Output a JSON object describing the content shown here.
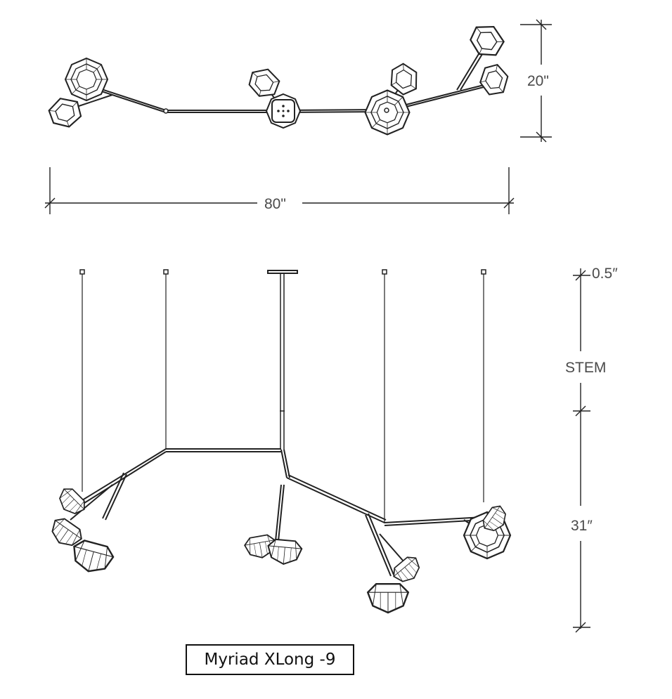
{
  "dimensions": {
    "depth": "20\"",
    "length": "80\"",
    "canopy": "0.5″",
    "stem": "STEM",
    "drop": "31″"
  },
  "product": {
    "name": "Myriad XLong -9"
  },
  "icons": {
    "pendant": "faceted-glass-pendant-icon"
  }
}
